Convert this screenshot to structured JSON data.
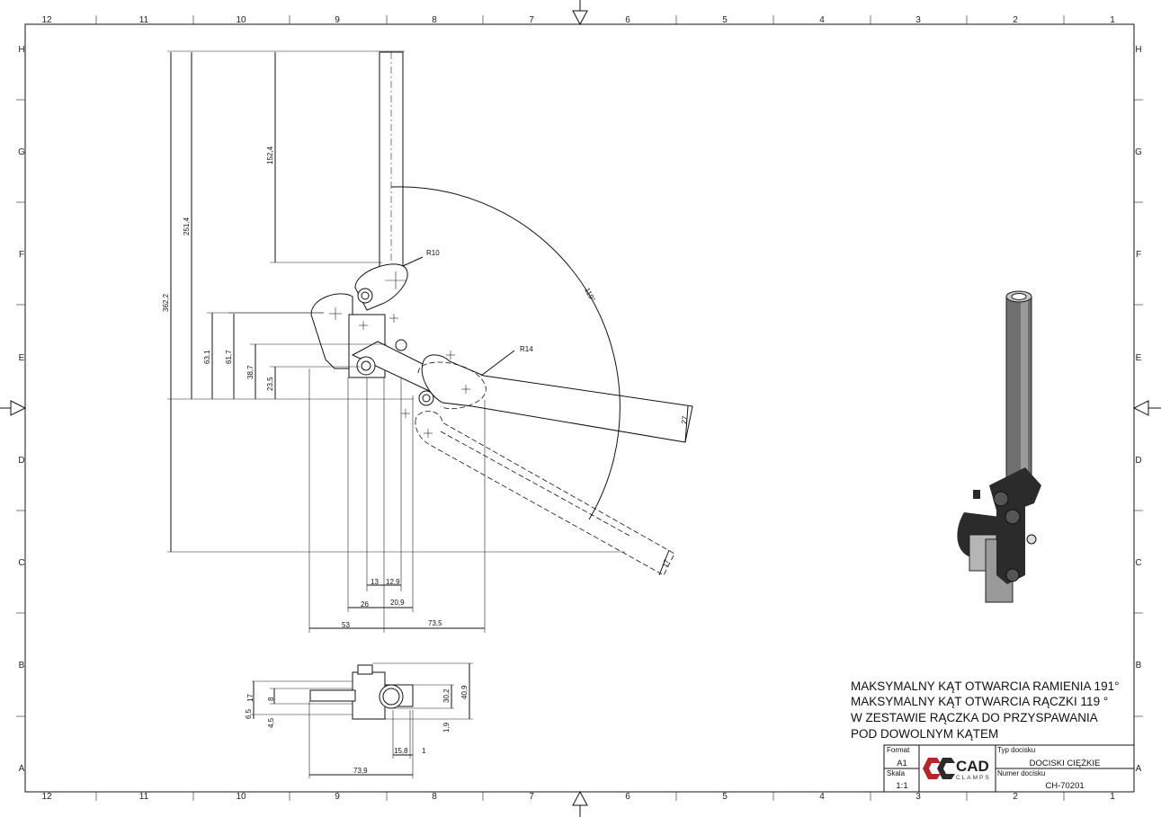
{
  "zones": {
    "columns": [
      "12",
      "11",
      "10",
      "9",
      "8",
      "7",
      "6",
      "5",
      "4",
      "3",
      "2",
      "1"
    ],
    "rows": [
      "H",
      "G",
      "F",
      "E",
      "D",
      "C",
      "B",
      "A"
    ]
  },
  "dimensions": {
    "d152_4": "152,4",
    "d251_4": "251,4",
    "d362_2": "362,2",
    "d63_1": "63,1",
    "d61_7": "61,7",
    "d38_7": "38,7",
    "d23_5": "23,5",
    "r10": "R10",
    "r14": "R14",
    "a119": "119°",
    "d27": "27",
    "d17": "17",
    "d13": "13",
    "d12_9": "12,9",
    "d26": "26",
    "d20_9": "20,9",
    "d53": "53",
    "d73_5": "73,5",
    "d17b": "17",
    "d6_5": "6,5",
    "d8": "8",
    "d4_5": "4,5",
    "d30_2": "30,2",
    "d40_9": "40,9",
    "d1_9": "1,9",
    "d15_8": "15,8",
    "d1": "1",
    "d73_9": "73,9"
  },
  "notes": [
    "MAKSYMALNY KĄT OTWARCIA RAMIENIA 191°",
    "MAKSYMALNY KĄT OTWARCIA RĄCZKI 119 °",
    "W ZESTAWIE RĄCZKA DO PRZYSPAWANIA",
    "POD DOWOLNYM KĄTEM"
  ],
  "title_block": {
    "format_label": "Format",
    "format_value": "A1",
    "scale_label": "Skala",
    "scale_value": "1:1",
    "type_label": "Typ docisku",
    "type_value": "DOCISKI CIĘŻKIE",
    "number_label": "Numer docisku",
    "number_value": "CH-70201",
    "logo_text": "CAD",
    "logo_sub": "CLAMPS"
  },
  "colors": {
    "line": "#111111",
    "paper": "#ffffff",
    "render_dark": "#2b2b2b",
    "render_mid": "#6f6f6f",
    "render_light": "#c8c8c8"
  }
}
